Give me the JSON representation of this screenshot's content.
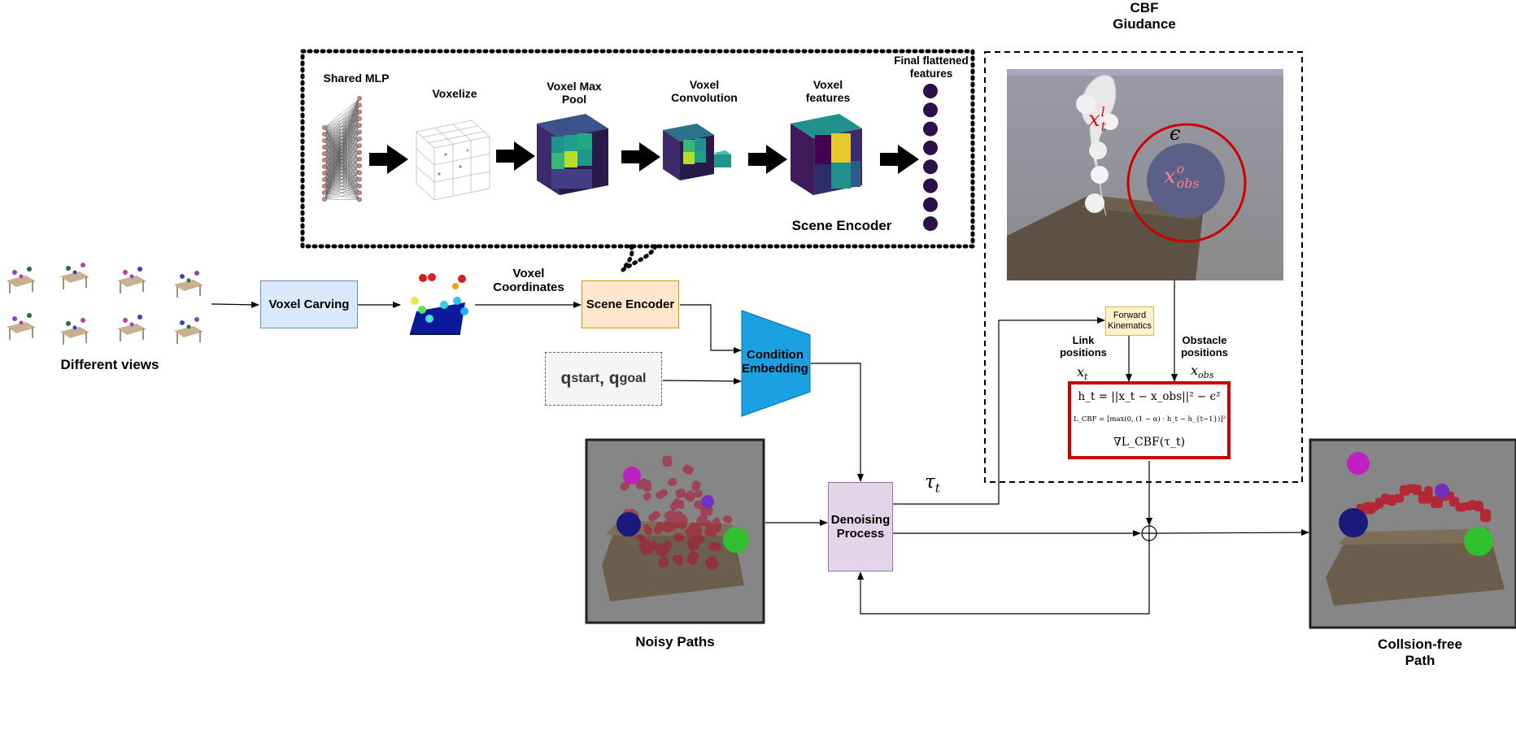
{
  "views_label": "Different views",
  "voxel_carving": "Voxel Carving",
  "voxel_coordinates": "Voxel\nCoordinates",
  "scene_encoder_box": "Scene Encoder",
  "q_start": "q",
  "q_start_sub": "start",
  "q_goal": "q",
  "q_goal_sub": "goal",
  "condition_embedding": "Condition\nEmbedding",
  "denoising": "Denoising\nProcess",
  "noisy_paths": "Noisy Paths",
  "collision_free": "Collsion-free\nPath",
  "tau": "τ",
  "tau_sub": "t",
  "encoder_panel": {
    "title": "Scene Encoder",
    "shared_mlp": "Shared MLP",
    "voxelize": "Voxelize",
    "voxel_max_pool": "Voxel Max\nPool",
    "voxel_convolution": "Voxel\nConvolution",
    "voxel_features": "Voxel\nfeatures",
    "final_features": "Final flattened\nfeatures"
  },
  "cbf": {
    "title": "CBF\nGiudance",
    "forward_kinematics": "Forward\nKinematics",
    "link_positions": "Link\npositions",
    "obstacle_positions": "Obstacle\npositions",
    "x_t": "x",
    "x_t_sub": "t",
    "x_obs": "x",
    "x_obs_sub": "obs",
    "epsilon": "ϵ",
    "robot_label": "x",
    "robot_label_sup": "l",
    "robot_label_sub": "t",
    "obstacle_label": "x",
    "obstacle_label_sup": "o",
    "obstacle_label_sub": "obs",
    "eq1": "h_t = ||x_t − x_obs||² − ϵ²",
    "eq2": "L_CBF = [max(0, (1 − α) · h_t − h_{t−1})]²",
    "eq3": "∇L_CBF(τ_t)"
  },
  "colors": {
    "voxel_carving_fill": "#dae8fc",
    "voxel_carving_stroke": "#6c8ebf",
    "scene_encoder_fill": "#ffe6cc",
    "scene_encoder_stroke": "#d79b00",
    "condition_fill": "#1ba1e2",
    "denoise_fill": "#e1d5e7",
    "denoise_stroke": "#9673a6",
    "fk_fill": "#fff2cc",
    "cbf_border": "#cc0000",
    "feature_dot": "#2d0f4a"
  }
}
